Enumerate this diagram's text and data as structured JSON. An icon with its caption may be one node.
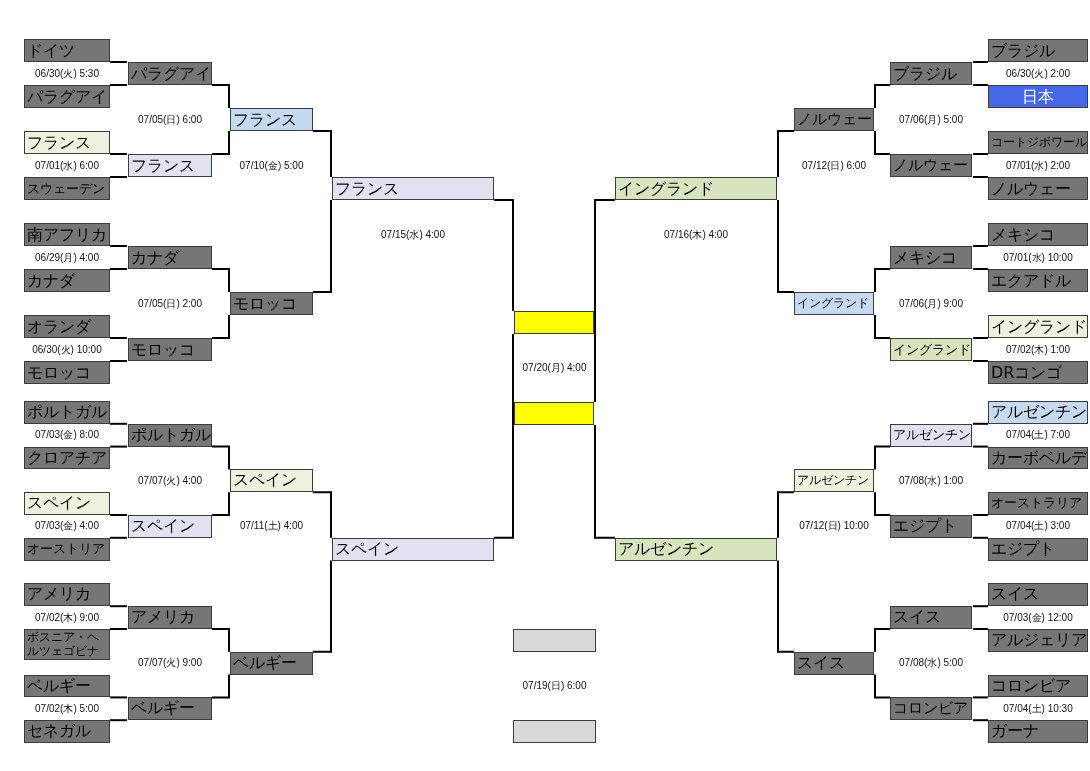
{
  "diagram": {
    "nodes": [
      {
        "text": [
          "ドイツ"
        ]
      },
      {
        "text": [
          "パラグアイ"
        ]
      },
      {
        "text": [
          "フランス"
        ]
      },
      {
        "text": [
          "スウェーデン"
        ]
      },
      {
        "text": [
          "南アフリカ"
        ]
      },
      {
        "text": [
          "カナダ"
        ]
      },
      {
        "text": [
          "オランダ"
        ]
      },
      {
        "text": [
          "モロッコ"
        ]
      },
      {
        "text": [
          "ポルトガル"
        ]
      },
      {
        "text": [
          "クロアチア"
        ]
      },
      {
        "text": [
          "スペイン"
        ]
      },
      {
        "text": [
          "オーストリア"
        ]
      },
      {
        "text": [
          "アメリカ"
        ]
      },
      {
        "text": [
          "ボスニア・ヘルツェゴビナ"
        ]
      },
      {
        "text": [
          "ベルギー"
        ]
      },
      {
        "text": [
          "セネガル"
        ]
      },
      {
        "text": [
          "パラグアイ"
        ]
      },
      {
        "text": [
          "フランス"
        ]
      },
      {
        "text": [
          "カナダ"
        ]
      },
      {
        "text": [
          "モロッコ"
        ]
      },
      {
        "text": [
          "ポルトガル"
        ]
      },
      {
        "text": [
          "スペイン"
        ]
      },
      {
        "text": [
          "アメリカ"
        ]
      },
      {
        "text": [
          "ベルギー"
        ]
      },
      {
        "text": [
          "フランス"
        ]
      },
      {
        "text": [
          "モロッコ"
        ]
      },
      {
        "text": [
          "スペイン"
        ]
      },
      {
        "text": [
          "ベルギー"
        ]
      },
      {
        "text": [
          "フランス"
        ]
      },
      {
        "text": [
          "スペイン"
        ]
      },
      {
        "text": [],
        "shape": "box"
      },
      {
        "text": [],
        "shape": "box"
      },
      {
        "text": [],
        "shape": "box"
      },
      {
        "text": [],
        "shape": "box"
      },
      {
        "text": [
          "イングランド"
        ]
      },
      {
        "text": [
          "アルゼンチン"
        ]
      },
      {
        "text": [
          "ノルウェー"
        ]
      },
      {
        "text": [
          "イングランド"
        ]
      },
      {
        "text": [
          "アルゼンチン"
        ]
      },
      {
        "text": [
          "スイス"
        ]
      },
      {
        "text": [
          "ブラジル"
        ]
      },
      {
        "text": [
          "ノルウェー"
        ]
      },
      {
        "text": [
          "メキシコ"
        ]
      },
      {
        "text": [
          "イングランド"
        ]
      },
      {
        "text": [
          "アルゼンチン"
        ]
      },
      {
        "text": [
          "エジプト"
        ]
      },
      {
        "text": [
          "スイス"
        ]
      },
      {
        "text": [
          "コロンビア"
        ]
      },
      {
        "text": [
          "ブラジル"
        ]
      },
      {
        "text": [
          "日本"
        ]
      },
      {
        "text": [
          "コートジボワール"
        ]
      },
      {
        "text": [
          "ノルウェー"
        ]
      },
      {
        "text": [
          "メキシコ"
        ]
      },
      {
        "text": [
          "エクアドル"
        ]
      },
      {
        "text": [
          "イングランド"
        ]
      },
      {
        "text": [
          "DRコンゴ"
        ]
      },
      {
        "text": [
          "アルゼンチン"
        ]
      },
      {
        "text": [
          "カーボベルデ"
        ]
      },
      {
        "text": [
          "オーストラリア"
        ]
      },
      {
        "text": [
          "エジプト"
        ]
      },
      {
        "text": [
          "スイス"
        ]
      },
      {
        "text": [
          "アルジェリア"
        ]
      },
      {
        "text": [
          "コロンビア"
        ]
      },
      {
        "text": [
          "ガーナ"
        ]
      }
    ],
    "edges": [
      {
        "from": 0,
        "to": 16,
        "arrow": "none"
      },
      {
        "from": 1,
        "to": 16,
        "arrow": "none"
      },
      {
        "from": 2,
        "to": 17,
        "arrow": "none"
      },
      {
        "from": 3,
        "to": 17,
        "arrow": "none"
      },
      {
        "from": 4,
        "to": 18,
        "arrow": "none"
      },
      {
        "from": 5,
        "to": 18,
        "arrow": "none"
      },
      {
        "from": 6,
        "to": 19,
        "arrow": "none"
      },
      {
        "from": 7,
        "to": 19,
        "arrow": "none"
      },
      {
        "from": 8,
        "to": 20,
        "arrow": "none"
      },
      {
        "from": 9,
        "to": 20,
        "arrow": "none"
      },
      {
        "from": 10,
        "to": 21,
        "arrow": "none"
      },
      {
        "from": 11,
        "to": 21,
        "arrow": "none"
      },
      {
        "from": 12,
        "to": 22,
        "arrow": "none"
      },
      {
        "from": 13,
        "to": 22,
        "arrow": "none"
      },
      {
        "from": 14,
        "to": 23,
        "arrow": "none"
      },
      {
        "from": 15,
        "to": 23,
        "arrow": "none"
      },
      {
        "from": 16,
        "to": 24,
        "arrow": "none"
      },
      {
        "from": 17,
        "to": 24,
        "arrow": "none"
      },
      {
        "from": 18,
        "to": 25,
        "arrow": "none"
      },
      {
        "from": 19,
        "to": 25,
        "arrow": "none"
      },
      {
        "from": 20,
        "to": 26,
        "arrow": "none"
      },
      {
        "from": 21,
        "to": 26,
        "arrow": "none"
      },
      {
        "from": 22,
        "to": 27,
        "arrow": "none"
      },
      {
        "from": 23,
        "to": 27,
        "arrow": "none"
      },
      {
        "from": 24,
        "to": 28,
        "arrow": "none"
      },
      {
        "from": 25,
        "to": 28,
        "arrow": "none"
      },
      {
        "from": 26,
        "to": 29,
        "arrow": "none"
      },
      {
        "from": 27,
        "to": 29,
        "arrow": "none"
      },
      {
        "from": 28,
        "to": 30,
        "arrow": "none"
      },
      {
        "from": 29,
        "to": 30,
        "arrow": "none"
      },
      {
        "from": 34,
        "to": 31,
        "arrow": "none"
      },
      {
        "from": 35,
        "to": 31,
        "arrow": "none"
      },
      {
        "from": 36,
        "to": 34,
        "arrow": "none"
      },
      {
        "from": 37,
        "to": 34,
        "arrow": "none"
      },
      {
        "from": 38,
        "to": 35,
        "arrow": "none"
      },
      {
        "from": 39,
        "to": 35,
        "arrow": "none"
      },
      {
        "from": 40,
        "to": 36,
        "arrow": "none"
      },
      {
        "from": 41,
        "to": 36,
        "arrow": "none"
      },
      {
        "from": 42,
        "to": 37,
        "arrow": "none"
      },
      {
        "from": 43,
        "to": 37,
        "arrow": "none"
      },
      {
        "from": 44,
        "to": 38,
        "arrow": "none"
      },
      {
        "from": 45,
        "to": 38,
        "arrow": "none"
      },
      {
        "from": 46,
        "to": 39,
        "arrow": "none"
      },
      {
        "from": 47,
        "to": 39,
        "arrow": "none"
      },
      {
        "from": 48,
        "to": 40,
        "arrow": "none"
      },
      {
        "from": 49,
        "to": 40,
        "arrow": "none"
      },
      {
        "from": 50,
        "to": 41,
        "arrow": "none"
      },
      {
        "from": 51,
        "to": 41,
        "arrow": "none"
      },
      {
        "from": 52,
        "to": 42,
        "arrow": "none"
      },
      {
        "from": 53,
        "to": 42,
        "arrow": "none"
      },
      {
        "from": 54,
        "to": 43,
        "arrow": "none"
      },
      {
        "from": 55,
        "to": 43,
        "arrow": "none"
      },
      {
        "from": 56,
        "to": 44,
        "arrow": "none"
      },
      {
        "from": 57,
        "to": 44,
        "arrow": "none"
      },
      {
        "from": 58,
        "to": 45,
        "arrow": "none"
      },
      {
        "from": 59,
        "to": 45,
        "arrow": "none"
      },
      {
        "from": 60,
        "to": 46,
        "arrow": "none"
      },
      {
        "from": 61,
        "to": 46,
        "arrow": "none"
      },
      {
        "from": 62,
        "to": 47,
        "arrow": "none"
      },
      {
        "from": 63,
        "to": 47,
        "arrow": "none"
      }
    ],
    "labels": [
      "06/30(火) 5:30",
      "07/01(水) 6:00",
      "06/29(月) 4:00",
      "06/30(火) 10:00",
      "07/03(金) 8:00",
      "07/03(金) 4:00",
      "07/02(木) 9:00",
      "07/02(木) 5:00",
      "07/05(日) 6:00",
      "07/05(日) 2:00",
      "07/07(火) 4:00",
      "07/07(火) 9:00",
      "07/10(金) 5:00",
      "07/11(土) 4:00",
      "07/15(水) 4:00",
      "07/20(月) 4:00",
      "07/19(日) 6:00",
      "07/16(木) 4:00",
      "07/12(日) 6:00",
      "07/12(日) 10:00",
      "07/06(月) 5:00",
      "07/06(月) 9:00",
      "07/08(水) 1:00",
      "07/08(水) 5:00",
      "06/30(火) 2:00",
      "07/01(水) 2:00",
      "07/01(水) 10:00",
      "07/02(木) 1:00",
      "07/04(土) 7:00",
      "07/04(土) 3:00",
      "07/03(金) 12:00",
      "07/04(土) 10:30"
    ]
  }
}
